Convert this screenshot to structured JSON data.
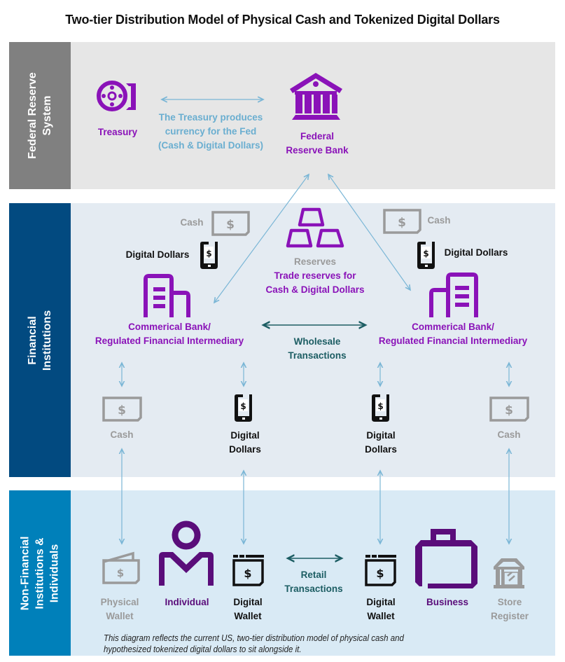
{
  "title": "Two-tier Distribution Model of Physical Cash and Tokenized Digital Dollars",
  "colors": {
    "fed_band": "#808080",
    "fed_panel": "#e6e6e6",
    "fi_band": "#024a80",
    "fi_panel": "#e4ebf2",
    "nfi_band": "#0080ba",
    "nfi_panel": "#d9eaf5",
    "purple": "#8a12b8",
    "dark_purple": "#5a0d7a",
    "teal": "#1c5d63",
    "light_blue_arrow": "#7ab6d6",
    "gray_icon": "#9a9a9a"
  },
  "tiers": {
    "fed": {
      "label": "Federal Reserve\nSystem",
      "treasury": "Treasury",
      "treasury_note": "The Treasury produces\ncurrency for the Fed\n(Cash & Digital Dollars)",
      "federal_reserve_bank": "Federal\nReserve Bank"
    },
    "fi": {
      "label": "Financial\nInstitutions",
      "left_cash": "Cash",
      "left_digital": "Digital Dollars",
      "right_cash": "Cash",
      "right_digital": "Digital Dollars",
      "reserves": "Reserves",
      "reserves_note": "Trade reserves for\nCash & Digital Dollars",
      "left_bank": "Commerical Bank/\nRegulated Financial Intermediary",
      "right_bank": "Commerical Bank/\nRegulated Financial Intermediary",
      "wholesale": "Wholesale\nTransactions",
      "lower_items": [
        "Cash",
        "Digital\nDollars",
        "Digital\nDollars",
        "Cash"
      ]
    },
    "nfi": {
      "label": "Non-Financial\nInstitutions &\nIndividuals",
      "physical_wallet": "Physical\nWallet",
      "individual": "Individual",
      "digital_wallet_left": "Digital\nWallet",
      "retail": "Retail\nTransactions",
      "digital_wallet_right": "Digital\nWallet",
      "business": "Business",
      "store_register": "Store\nRegister"
    }
  },
  "footnote": "This diagram reflects the current US, two-tier distribution model of physical cash and\nhypothesized tokenized digital dollars to sit alongside it."
}
